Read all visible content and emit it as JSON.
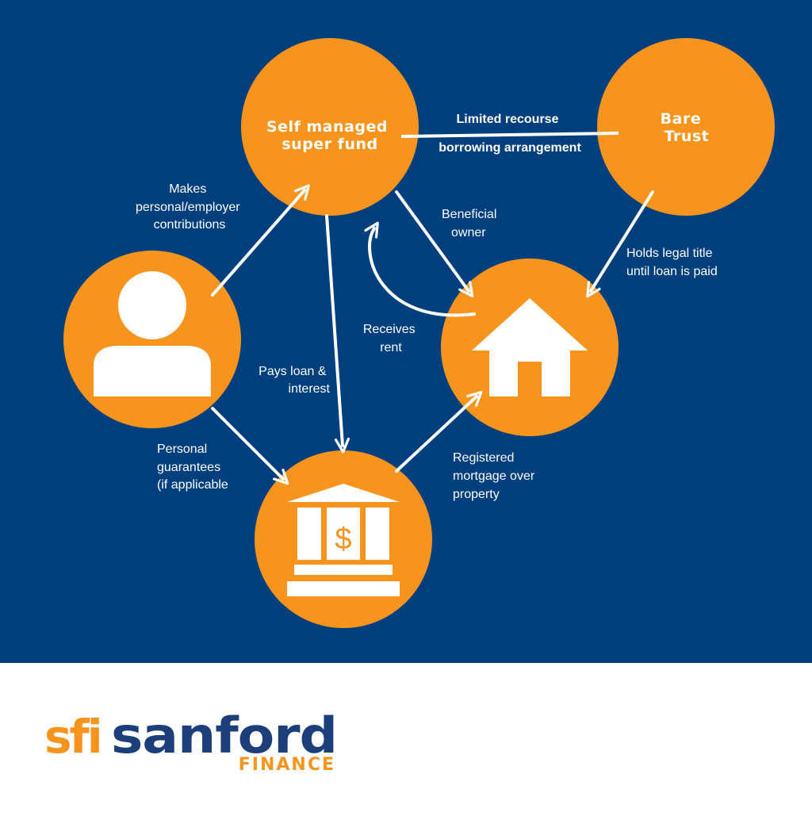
{
  "colors": {
    "background": "#003f7d",
    "node": "#f7941d",
    "text": "#ffffff",
    "logo_orange": "#f7941d",
    "logo_blue": "#1c3f7a"
  },
  "nodes": {
    "smsf": {
      "line1": "Self managed",
      "line2": "super fund"
    },
    "bare_trust": {
      "line1": "Bare",
      "line2": "Trust"
    },
    "member": {
      "icon": "person-icon"
    },
    "property": {
      "icon": "house-icon"
    },
    "lender": {
      "icon": "bank-icon",
      "symbol": "$"
    }
  },
  "lrba": {
    "line1": "Limited recourse",
    "line2": "borrowing arrangement"
  },
  "labels": {
    "contributions": [
      "Makes",
      "personal/employer",
      "contributions"
    ],
    "beneficial": [
      "Beneficial",
      "owner"
    ],
    "legal_title": [
      "Holds legal title",
      "until loan is paid"
    ],
    "rent": [
      "Receives",
      "rent"
    ],
    "loan": [
      "Pays loan &",
      "interest"
    ],
    "guarantees": [
      "Personal",
      "guarantees",
      "(if applicable"
    ],
    "mortgage": [
      "Registered",
      "mortgage over",
      "property"
    ]
  },
  "logo": {
    "mark": "sfi",
    "name": "sanford",
    "tagline": "FINANCE"
  }
}
